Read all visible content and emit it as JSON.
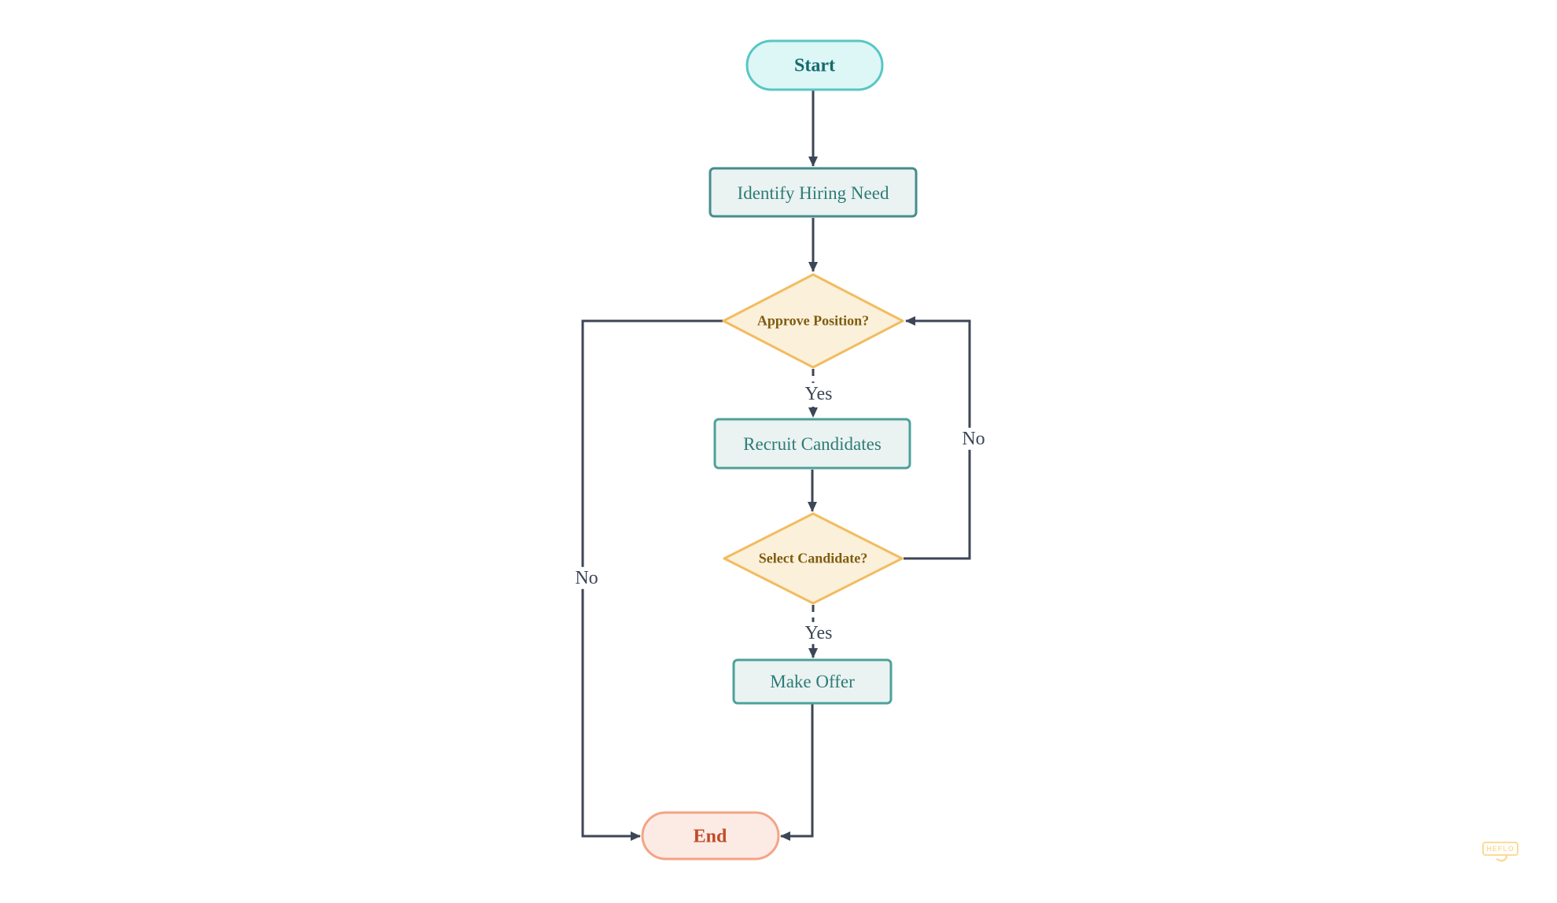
{
  "diagram": {
    "type": "flowchart",
    "nodes": {
      "start": {
        "type": "terminator",
        "label": "Start"
      },
      "identify": {
        "type": "process",
        "label": "Identify Hiring Need"
      },
      "approve": {
        "type": "decision",
        "label": "Approve Position?"
      },
      "recruit": {
        "type": "process",
        "label": "Recruit Candidates"
      },
      "select": {
        "type": "decision",
        "label": "Select Candidate?"
      },
      "offer": {
        "type": "process",
        "label": "Make Offer"
      },
      "end": {
        "type": "terminator",
        "label": "End"
      }
    },
    "edges": {
      "approve_yes_label": "Yes",
      "approve_no_label": "No",
      "select_yes_label": "Yes",
      "select_no_label": "No"
    },
    "flow": [
      "Start -> Identify Hiring Need",
      "Identify Hiring Need -> Approve Position?",
      "Approve Position? -Yes-> Recruit Candidates",
      "Approve Position? -No-> End",
      "Recruit Candidates -> Select Candidate?",
      "Select Candidate? -Yes-> Make Offer",
      "Select Candidate? -No-> Approve Position?",
      "Make Offer -> End"
    ]
  },
  "watermark": {
    "brand": "HEFLO"
  },
  "colors": {
    "background": "#ffffff",
    "connector": "#3d4656",
    "start_fill": "#ddf6f6",
    "start_stroke": "#57c7c3",
    "start_text": "#166a6d",
    "process_fill": "#eaf3f2",
    "process_stroke": "#4b9894",
    "process_text": "#2e7b77",
    "decision_fill": "#fbf0da",
    "decision_stroke": "#f2bc5f",
    "decision_text": "#7f5c10",
    "end_fill": "#fcebe4",
    "end_stroke": "#f4a385",
    "end_text": "#c04b29",
    "watermark": "#fbda92"
  }
}
